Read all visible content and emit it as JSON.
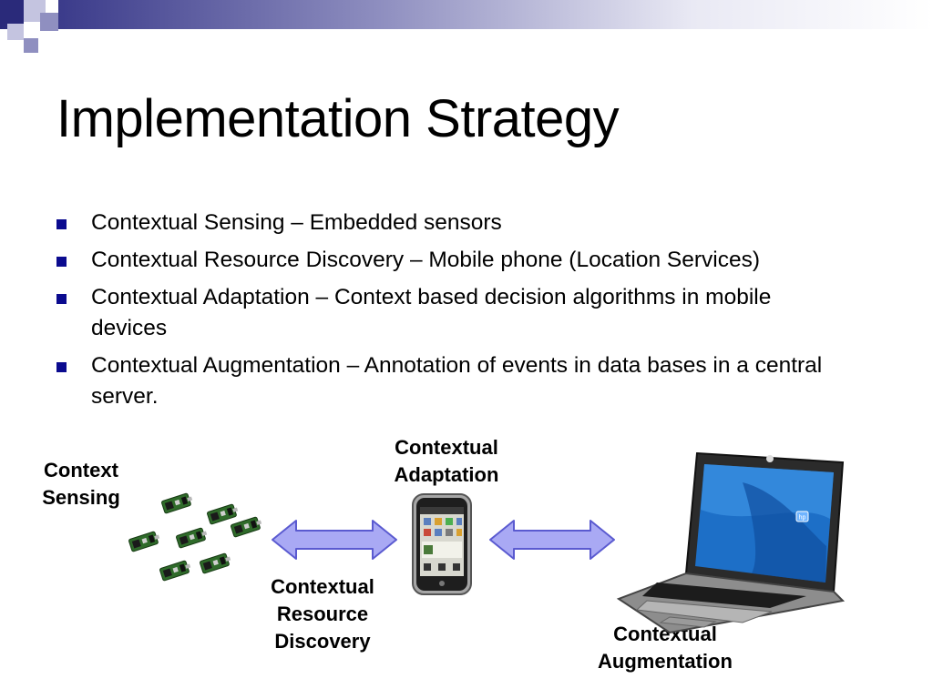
{
  "slide": {
    "title": "Implementation Strategy",
    "accent_color": "#0b0b8f",
    "header_colors": [
      "#2a2a7a",
      "#8f8fc0",
      "#c4c4e0"
    ],
    "bullets": [
      "Contextual Sensing – Embedded sensors",
      "Contextual Resource Discovery – Mobile phone (Location Services)",
      "Contextual Adaptation – Context based decision algorithms in mobile devices",
      "Contextual Augmentation – Annotation of events in data bases in a central server."
    ]
  },
  "diagram": {
    "context_sensing": [
      "Context",
      "Sensing"
    ],
    "contextual_adaptation": [
      "Contextual",
      "Adaptation"
    ],
    "contextual_resource_discovery": [
      "Contextual",
      "Resource",
      "Discovery"
    ],
    "contextual_augmentation": [
      "Contextual",
      "Augmentation"
    ],
    "arrow_color": "#a9a9f4",
    "laptop_brand_logo": "hp"
  }
}
